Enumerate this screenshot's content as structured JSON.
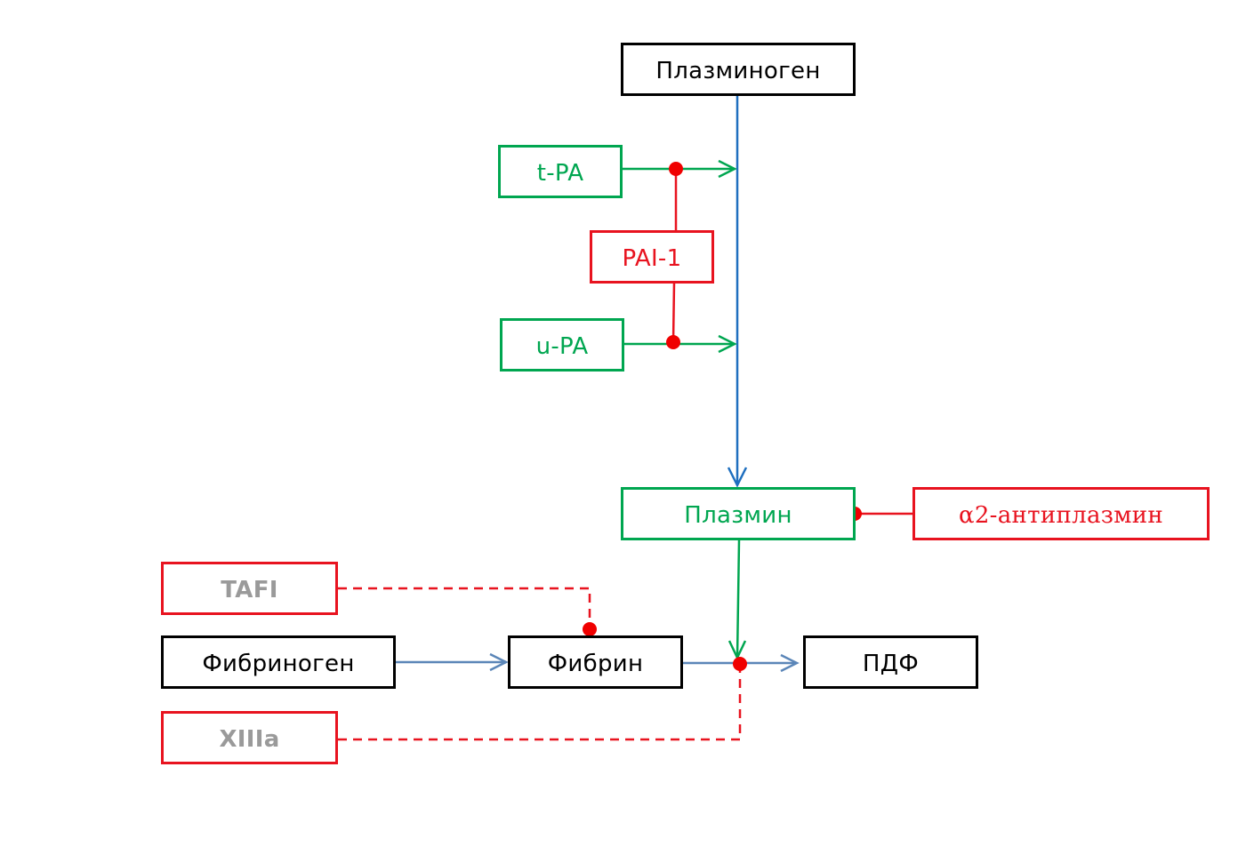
{
  "colors": {
    "black": "#000000",
    "green": "#00a650",
    "red": "#e8131f",
    "grey": "#9a9a9a",
    "blue_flow": "#1f6fbf",
    "steel_flow": "#5b86b8",
    "dot": "#f00000"
  },
  "nodes": {
    "plasminogen": "Плазминоген",
    "tpa": "t-PA",
    "pai1": "PAI-1",
    "upa": "u-PA",
    "plasmin": "Плазмин",
    "antiplasmin": "α2-антиплазмин",
    "tafi": "TAFI",
    "fibrinogen": "Фибриноген",
    "fibrin": "Фибрин",
    "pdf": "ПДФ",
    "xiiia": "XIIIa"
  }
}
